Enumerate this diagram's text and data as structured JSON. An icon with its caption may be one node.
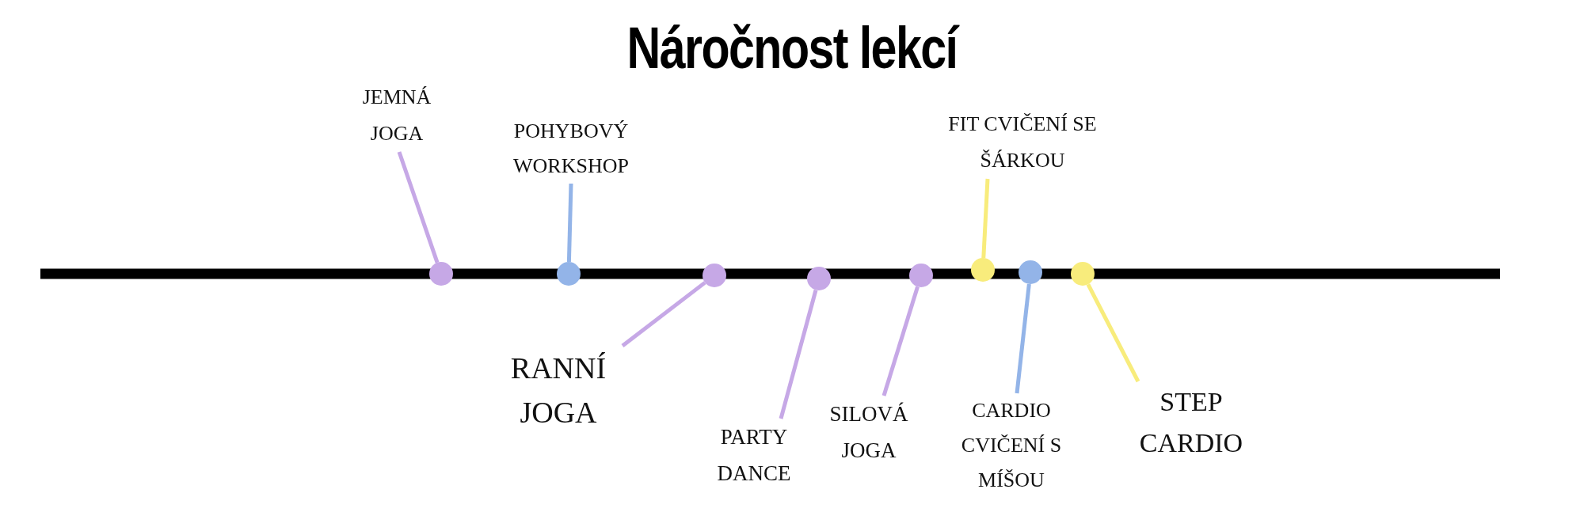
{
  "diagram": {
    "title": "Náročnost lekcí",
    "nodes": [
      {
        "text": [
          "JEMNÁ JOGA"
        ]
      },
      {
        "text": [
          "POHYBOVÝ WORKSHOP"
        ]
      },
      {
        "text": [
          "RANNÍ JOGA"
        ]
      },
      {
        "text": [
          "PARTY DANCE"
        ]
      },
      {
        "text": [
          "SILOVÁ JOGA"
        ]
      },
      {
        "text": [
          "FIT CVIČENÍ SE ŠÁRKOU"
        ]
      },
      {
        "text": [
          "CARDIO CVIČENÍ S MÍŠOU"
        ]
      },
      {
        "text": [
          "STEP CARDIO"
        ]
      },
      {
        "text": [],
        "shape": "circle"
      },
      {
        "text": [],
        "shape": "circle"
      },
      {
        "text": [],
        "shape": "circle"
      },
      {
        "text": [],
        "shape": "circle"
      },
      {
        "text": [],
        "shape": "circle"
      },
      {
        "text": [],
        "shape": "circle"
      },
      {
        "text": [],
        "shape": "circle"
      },
      {
        "text": [],
        "shape": "circle"
      }
    ],
    "edges": [
      {
        "from": 0,
        "to": 8,
        "arrow": "none"
      },
      {
        "from": 1,
        "to": 9,
        "arrow": "none",
        "color": "#93b4e8"
      },
      {
        "from": 2,
        "to": 10,
        "arrow": "none"
      },
      {
        "from": 3,
        "to": 11,
        "arrow": "none"
      },
      {
        "from": 4,
        "to": 12,
        "arrow": "none"
      },
      {
        "from": 5,
        "to": 13,
        "arrow": "none",
        "color": "#f8ec7c"
      },
      {
        "from": 6,
        "to": 14,
        "arrow": "none",
        "color": "#93b4e8"
      },
      {
        "from": 7,
        "to": 15,
        "arrow": "none",
        "color": "#f8ec7c"
      }
    ]
  }
}
